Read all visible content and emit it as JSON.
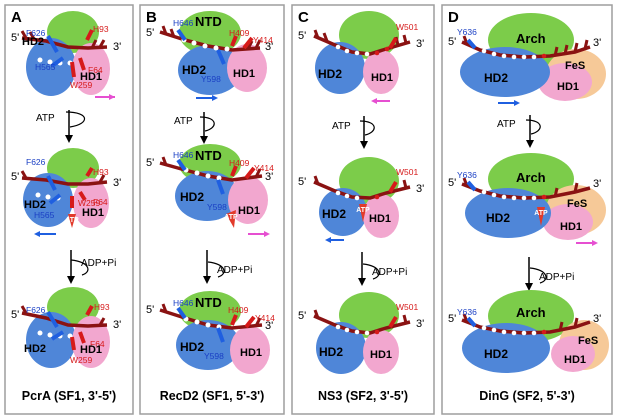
{
  "colors": {
    "panel_border": "#9e9e9e",
    "hd2": "#4f86d8",
    "hd1": "#f2a7cf",
    "cap": "#7ccc4a",
    "fes": "#f6c998",
    "dna": "#8a1212",
    "dot": "#ffffff",
    "blue_res": "#1a3fc4",
    "red_res": "#d61a1a",
    "blue_arrow": "#1f5fe0",
    "pink_arrow": "#e64fd1",
    "atp_marker": "#e23a2a"
  },
  "common": {
    "atp": "ATP",
    "adp": "ADP+Pi",
    "five_prime": "5'",
    "three_prime": "3'",
    "hd1": "HD1",
    "hd2": "HD2",
    "atp_tag": "ATP"
  },
  "panels": [
    {
      "letter": "A",
      "caption": "PcrA (SF1, 3'-5')",
      "cap_label": "",
      "residues": {
        "f626": "F626",
        "h565": "H565",
        "w259": "W259",
        "f64": "F64",
        "h93": "H93"
      }
    },
    {
      "letter": "B",
      "caption": "RecD2 (SF1, 5'-3')",
      "cap_label": "NTD",
      "residues": {
        "h646": "H646",
        "h409": "H409",
        "y414": "Y414",
        "y598": "Y598"
      }
    },
    {
      "letter": "C",
      "caption": "NS3 (SF2, 3'-5')",
      "cap_label": "",
      "residues": {
        "w501": "W501"
      }
    },
    {
      "letter": "D",
      "caption": "DinG (SF2, 5'-3')",
      "cap_label": "Arch",
      "fes_label": "FeS",
      "residues": {
        "y636": "Y636"
      }
    }
  ]
}
